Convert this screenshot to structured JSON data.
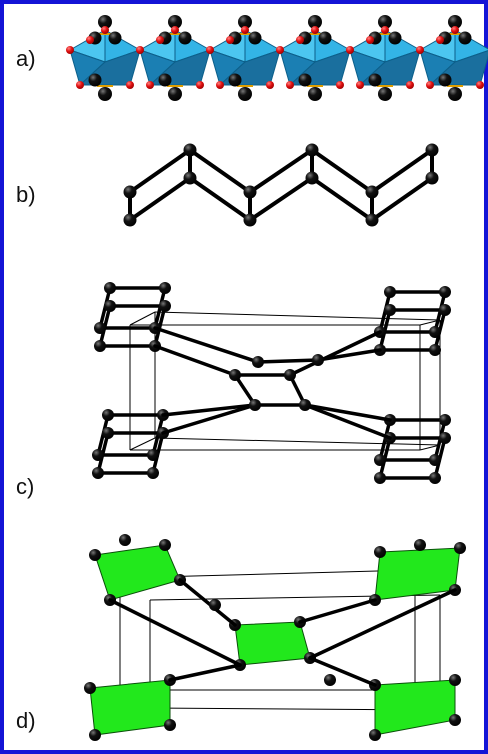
{
  "panels": [
    {
      "id": "a",
      "label": "a)"
    },
    {
      "id": "b",
      "label": "b)"
    },
    {
      "id": "c",
      "label": "c)"
    },
    {
      "id": "d",
      "label": "d)"
    }
  ],
  "colors": {
    "frame": "#1414d6",
    "polyhedron_light": "#33b4e6",
    "polyhedron_dark": "#1b7fb3",
    "oxygen": "#e01010",
    "atom": "#000000",
    "plane": "#22e81c"
  }
}
